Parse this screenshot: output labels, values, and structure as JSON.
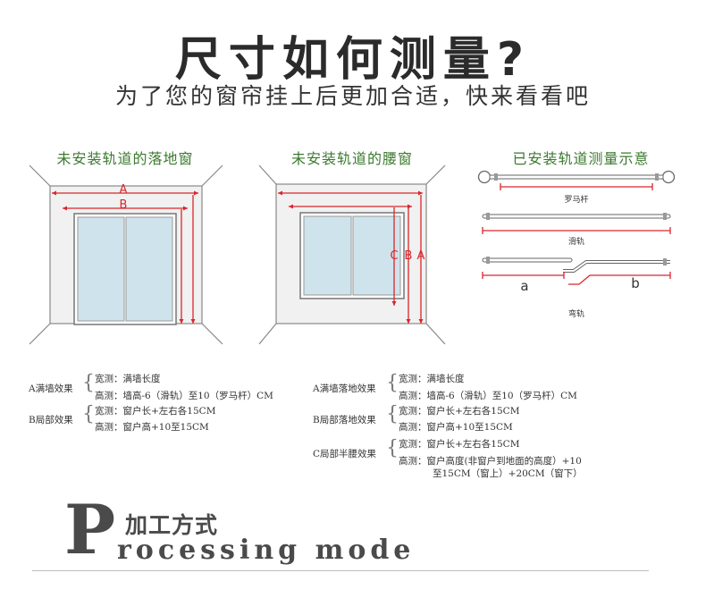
{
  "header": {
    "title": "尺寸如何测量?",
    "subtitle": "为了您的窗帘挂上后更加合适，快来看看吧"
  },
  "diagrams": {
    "floor_window": {
      "title": "未安装轨道的落地窗",
      "label_a": "A",
      "label_b": "B"
    },
    "waist_window": {
      "title": "未安装轨道的腰窗",
      "label_c": "C",
      "label_b": "B",
      "label_a": "A"
    },
    "installed": {
      "title": "已安装轨道测量示意",
      "rod_label": "罗马杆",
      "slide_label": "滑轨",
      "curve_label": "弯轨",
      "label_a": "a",
      "label_b": "b"
    }
  },
  "specs_left": [
    {
      "group": "A满墙效果",
      "lines": [
        "宽测：满墙长度",
        "高测：墙高-6（滑轨）至10（罗马杆）CM"
      ]
    },
    {
      "group": "B局部效果",
      "lines": [
        "宽测：窗户长+左右各15CM",
        "高测：窗户高+10至15CM"
      ]
    }
  ],
  "specs_right": [
    {
      "group": "A满墙落地效果",
      "lines": [
        "宽测：满墙长度",
        "高测：墙高-6（滑轨）至10（罗马杆）CM"
      ]
    },
    {
      "group": "B局部落地效果",
      "lines": [
        "宽测：窗户长+左右各15CM",
        "高测：窗户高+10至15CM"
      ]
    },
    {
      "group": "C局部半腰效果",
      "lines": [
        "宽测：窗户长+左右各15CM",
        "高测：窗户高度(非窗户到地面的高度）+10",
        "至15CM（窗上）+20CM（窗下）"
      ]
    }
  ],
  "processing": {
    "big_letter": "P",
    "cn": "加工方式",
    "en": "rocessing  mode"
  },
  "colors": {
    "measure_red": "#d9262c",
    "title_green": "#3b7a2e",
    "wall_gray": "#f1f1f1",
    "glass_blue": "#cfe3ec"
  }
}
